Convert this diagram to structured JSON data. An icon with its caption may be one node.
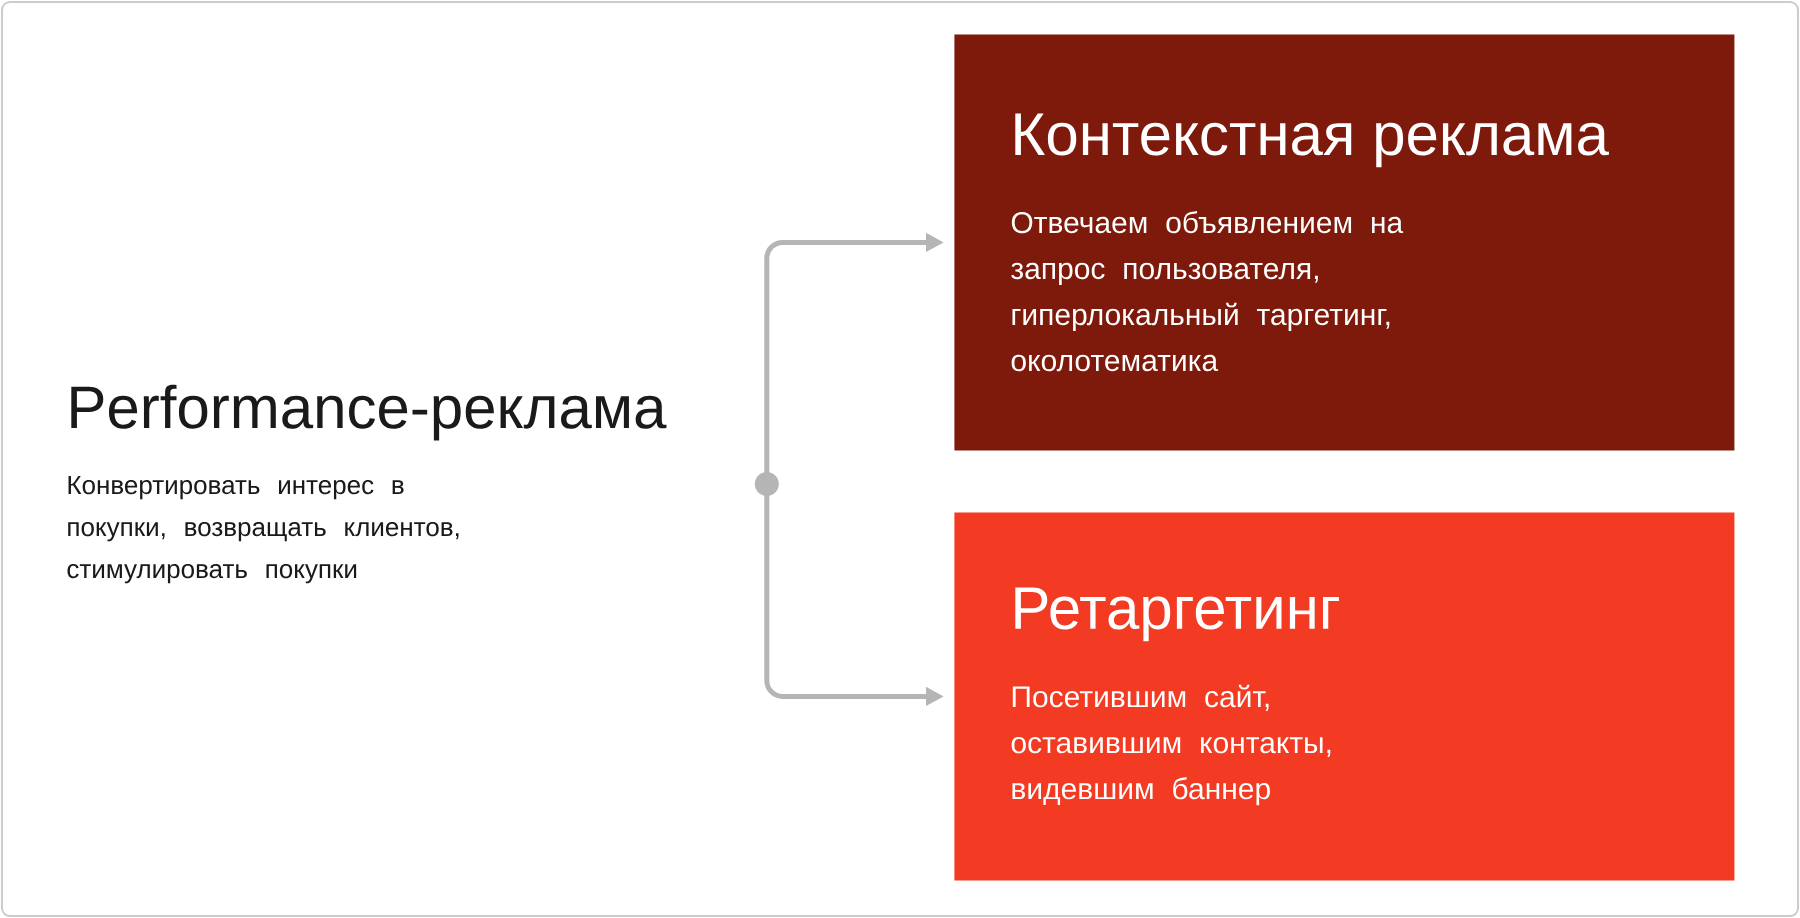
{
  "diagram": {
    "nodes": [
      {
        "text": [
          "Performance-реклама",
          "Конвертировать интерес в покупки, возвращать клиентов, стимулировать покупки"
        ]
      },
      {
        "text": [
          "Контекстная реклама",
          "Отвечаем объявлением на запрос пользователя, гиперлокальный таргетинг, околотематика"
        ]
      },
      {
        "text": [
          "Ретаргетинг",
          "Посетившим сайт, оставившим контакты, видевшим баннер"
        ]
      }
    ],
    "edges": [
      {
        "from": 0,
        "to": 1,
        "arrow": "to"
      },
      {
        "from": 0,
        "to": 2,
        "arrow": "to"
      }
    ]
  }
}
